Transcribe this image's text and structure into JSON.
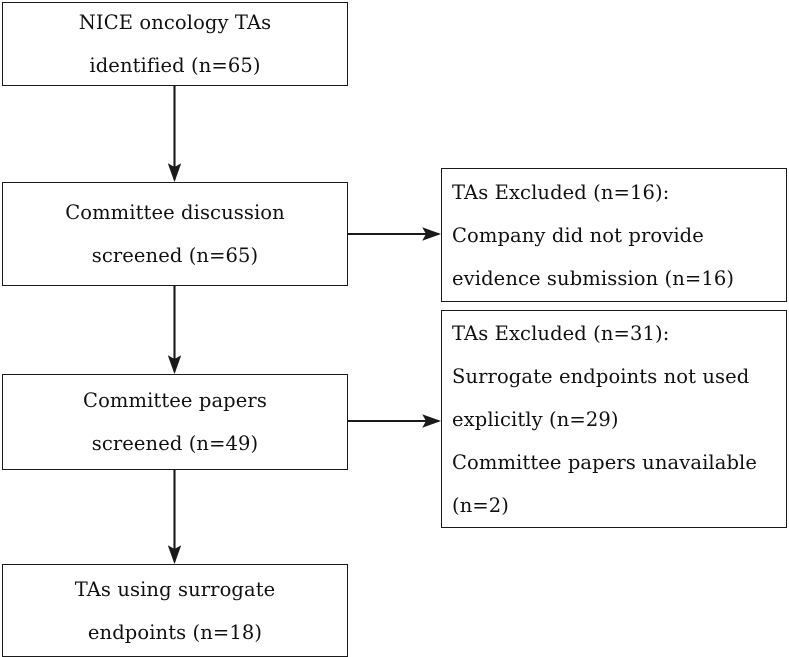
{
  "diagram": {
    "type": "prisma-flow-chart",
    "stroke_color": "#1a1a1a",
    "text_color": "#101010",
    "background_color": "#ffffff",
    "boxes": [
      {
        "id": "identified",
        "align": "center",
        "lines": [
          "NICE oncology TAs",
          "identified (n=65)"
        ]
      },
      {
        "id": "committee-discussion-screened",
        "align": "center",
        "lines": [
          "Committee discussion",
          "screened (n=65)"
        ]
      },
      {
        "id": "committee-papers-screened",
        "align": "center",
        "lines": [
          "Committee papers",
          "screened (n=49)"
        ]
      },
      {
        "id": "tas-using-surrogate-endpoints",
        "align": "center",
        "lines": [
          "TAs using surrogate",
          "endpoints (n=18)"
        ]
      },
      {
        "id": "excluded-16",
        "align": "left",
        "lines": [
          "TAs Excluded (n=16):",
          "Company did not provide",
          "evidence submission (n=16)"
        ]
      },
      {
        "id": "excluded-31",
        "align": "left",
        "lines": [
          "TAs Excluded (n=31):",
          "Surrogate endpoints not used",
          "explicitly (n=29)",
          "Committee papers unavailable",
          "(n=2)"
        ]
      }
    ],
    "connectors": [
      {
        "id": "identified-to-discussion",
        "orientation": "vertical"
      },
      {
        "id": "discussion-to-papers",
        "orientation": "vertical"
      },
      {
        "id": "papers-to-surrogate",
        "orientation": "vertical"
      },
      {
        "id": "discussion-to-excluded-16",
        "orientation": "horizontal"
      },
      {
        "id": "papers-to-excluded-31",
        "orientation": "horizontal"
      }
    ]
  }
}
